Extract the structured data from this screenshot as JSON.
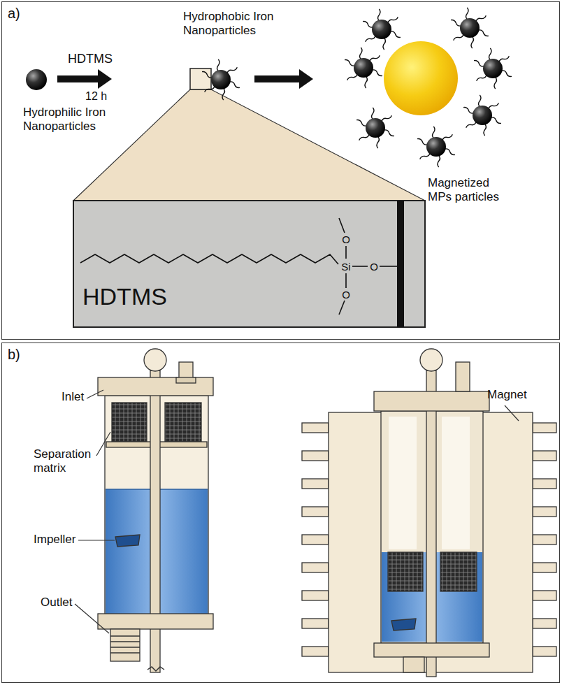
{
  "diagram": {
    "nodes": [
      {
        "text": [
          "a)"
        ]
      },
      {
        "text": [
          "HDTMS"
        ],
        "in": 0
      },
      {
        "text": [
          "b)"
        ]
      }
    ],
    "labels": [
      "HDTMS",
      "12 h",
      "Hydrophilic Iron Nanoparticles",
      "Hydrophobic Iron Nanoparticles",
      "Magnetized MPs particles",
      "Si",
      "O",
      "O",
      "O",
      "Inlet",
      "Separation matrix",
      "Impeller",
      "Outlet",
      "Magnet"
    ]
  }
}
